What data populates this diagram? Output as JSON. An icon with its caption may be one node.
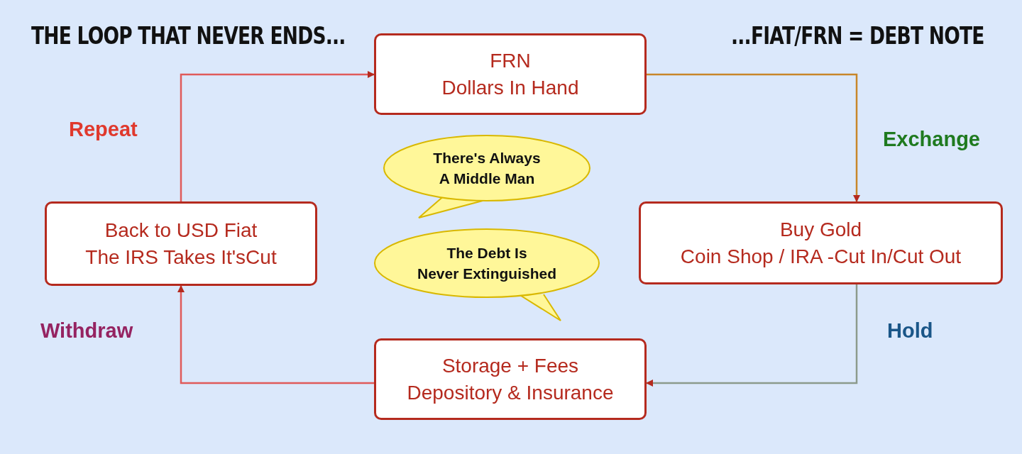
{
  "diagram": {
    "title": "THE LOOP THAT NEVER ENDS...",
    "nodes": [
      {
        "text": [
          "FRN",
          "Dollars In Hand"
        ]
      },
      {
        "text": [
          "Buy Gold",
          "Coin Shop / IRA -Cut In/Cut Out"
        ]
      },
      {
        "text": [
          "Storage + Fees",
          "Depository & Insurance"
        ]
      },
      {
        "text": [
          "Back to USD Fiat",
          "The IRS Takes It'sCut"
        ]
      },
      {
        "text": [
          "There's Always A Middle Man"
        ]
      },
      {
        "text": [
          "The Debt Is Never Extinguished"
        ]
      }
    ],
    "edges": [
      {
        "from": 0,
        "to": 1,
        "arrow": "to",
        "label": "Exchange",
        "color": "#c8862a"
      },
      {
        "from": 1,
        "to": 2,
        "arrow": "to",
        "label": "Hold",
        "color": "#8c9a8c"
      },
      {
        "from": 2,
        "to": 3,
        "arrow": "to",
        "label": "Withdraw",
        "color": "#e05a5a"
      },
      {
        "from": 3,
        "to": 0,
        "arrow": "to",
        "label": "Repeat",
        "color": "#e05a5a"
      }
    ],
    "labels": [
      "...FIAT/FRN = DEBT NOTE"
    ]
  }
}
